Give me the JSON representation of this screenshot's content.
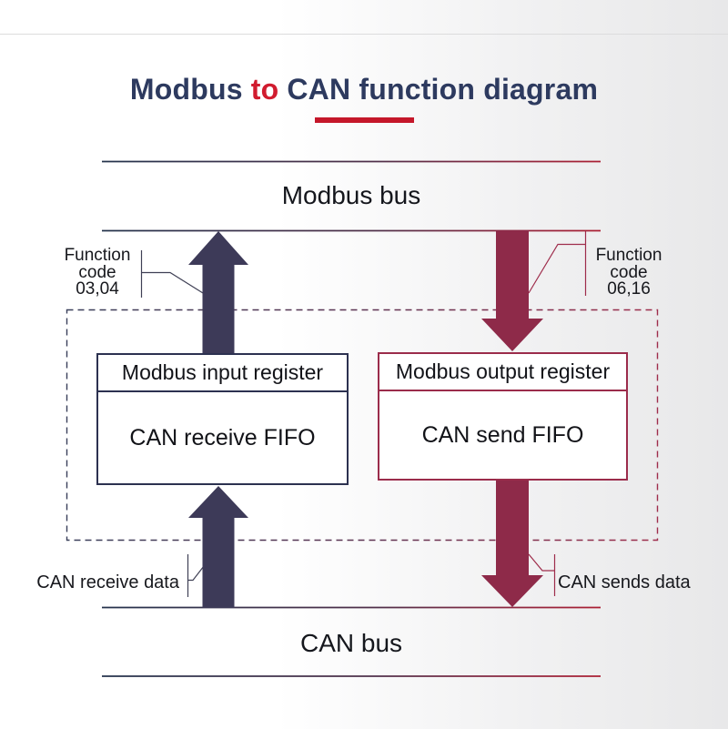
{
  "title": {
    "part1": "Modbus",
    "part2": "to",
    "part3": "CAN function diagram"
  },
  "buses": {
    "modbus_label": "Modbus bus",
    "can_label": "CAN bus"
  },
  "labels": {
    "function_code_left": "Function\ncode\n03,04",
    "function_code_right": "Function\ncode\n06,16",
    "can_receive": "CAN receive data",
    "can_send": "CAN sends data"
  },
  "boxes": {
    "input": {
      "header": "Modbus input register",
      "body": "CAN receive FIFO"
    },
    "output": {
      "header": "Modbus output register",
      "body": "CAN send FIFO"
    }
  },
  "colors": {
    "title_navy": "#2d3a5f",
    "title_red": "#d11c2f",
    "underline_red": "#c5172a",
    "arrow_navy": "#3d3a58",
    "arrow_maroon": "#8e2a49",
    "input_box_border": "#2c3150",
    "output_box_border": "#9b2c4b",
    "bus_line_gradient_start": "#24334c",
    "bus_line_gradient_end": "#ab1f33"
  }
}
